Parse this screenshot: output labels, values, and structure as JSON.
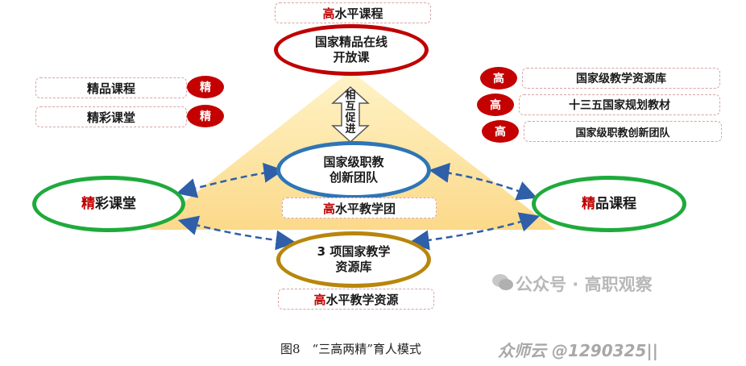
{
  "top_tag": {
    "hi": "高",
    "rest": "水平课程"
  },
  "top_circle": {
    "line1": "国家精品在线",
    "line2": "开放课"
  },
  "middle_arrow": {
    "text": "相互促进"
  },
  "center_circle": {
    "line1": "国家级职教",
    "line2": "创新团队"
  },
  "center_tag": {
    "hi": "高",
    "rest": "水平教学团"
  },
  "left_circle": {
    "hi": "精",
    "rest": "彩课堂"
  },
  "right_circle": {
    "hi": "精",
    "rest": "品课程"
  },
  "bottom_circle": {
    "line1": "3 项国家教学",
    "line2": "资源库"
  },
  "bottom_tag": {
    "hi": "高",
    "rest": "水平教学资源"
  },
  "left_legend": [
    {
      "label": "精品课程",
      "badge": "精"
    },
    {
      "label": "精彩课堂",
      "badge": "精"
    }
  ],
  "right_legend": [
    {
      "badge": "高",
      "label": "国家级教学资源库"
    },
    {
      "badge": "高",
      "label": "十三五国家规划教材"
    },
    {
      "badge": "高",
      "label": "国家级职教创新团队"
    }
  ],
  "caption": "图8　“三高两精”育人模式",
  "watermark_account": "公众号 · 高职观察",
  "watermark_site": "众师云 @1290325||",
  "colors": {
    "red": "#c00000",
    "blue": "#2e75b6",
    "green": "#1faa3c",
    "gold": "#b8860b",
    "triangle": "#fde6a6"
  }
}
